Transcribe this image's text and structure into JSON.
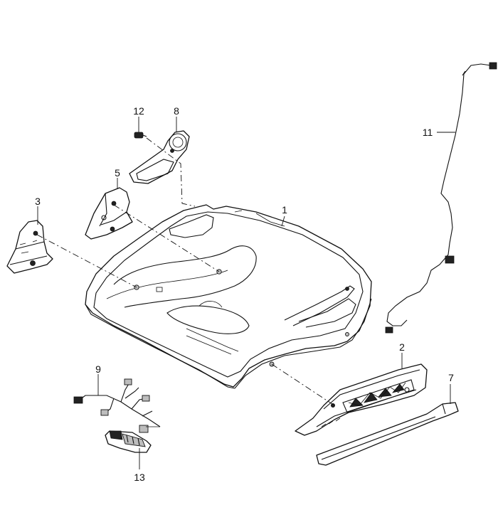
{
  "callouts": {
    "c1": "1",
    "c2": "2",
    "c3": "3",
    "c5": "5",
    "c7": "7",
    "c8": "8",
    "c9": "9",
    "c11": "11",
    "c12": "12",
    "c13": "13"
  }
}
